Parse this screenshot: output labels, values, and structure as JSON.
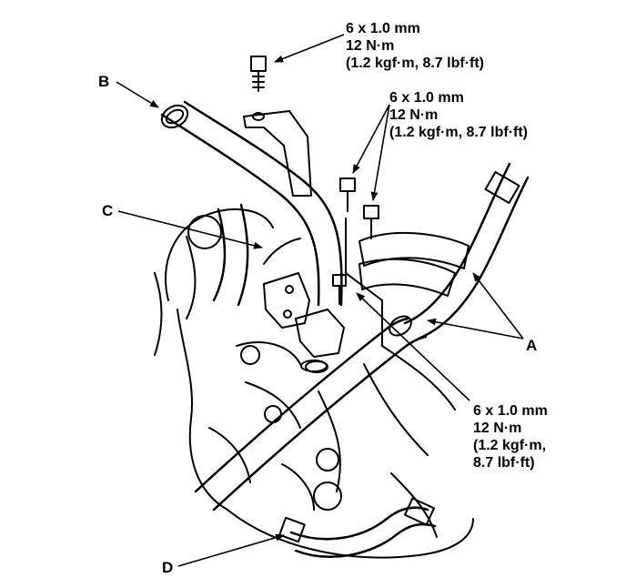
{
  "callouts": {
    "a": "A",
    "b": "B",
    "c": "C",
    "d": "D"
  },
  "specs": [
    {
      "line1": "6 x 1.0 mm",
      "line2": "12 N·m",
      "line3": "(1.2 kgf·m, 8.7 lbf·ft)",
      "line4": ""
    },
    {
      "line1": "6 x 1.0 mm",
      "line2": "12 N·m",
      "line3": "(1.2 kgf·m, 8.7 lbf·ft)",
      "line4": ""
    },
    {
      "line1": "6 x 1.0 mm",
      "line2": "12 N·m",
      "line3": "(1.2 kgf·m,",
      "line4": "8.7 lbf·ft)"
    }
  ],
  "colors": {
    "ink": "#000000",
    "paper": "#ffffff"
  }
}
